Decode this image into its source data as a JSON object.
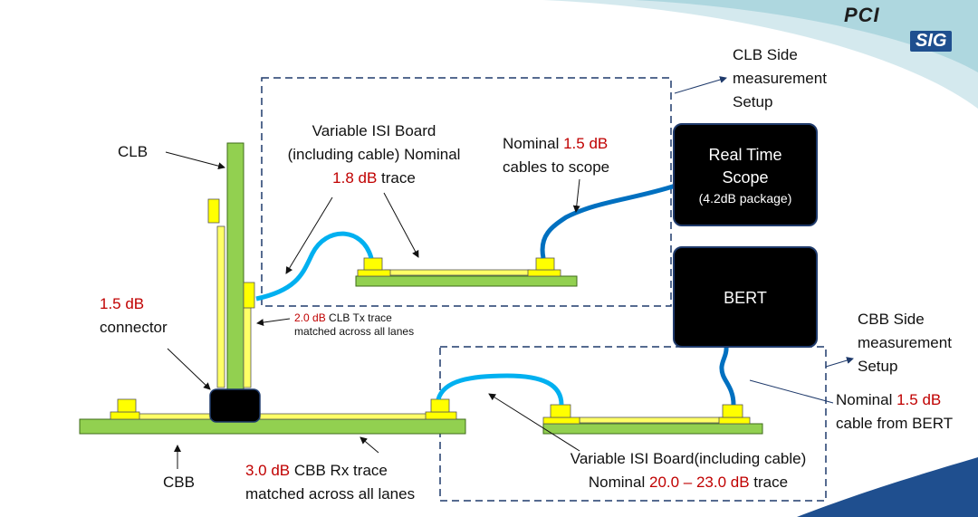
{
  "logo": {
    "top": "PCI",
    "bottom": "SIG"
  },
  "labels": {
    "clb_side": [
      "CLB Side",
      "measurement",
      "Setup"
    ],
    "cbb_side": [
      "CBB Side",
      "measurement",
      "Setup"
    ],
    "clb": "CLB",
    "cbb": "CBB",
    "connector": {
      "value": "1.5 dB",
      "text": "connector"
    },
    "isi_top": {
      "line1": "Variable ISI Board",
      "line2": "(including cable) Nominal",
      "value": "1.8 dB",
      "suffix": " trace"
    },
    "cables_scope": {
      "prefix": "Nominal ",
      "value": "1.5 dB",
      "line2": "cables to scope"
    },
    "clb_tx": {
      "value": "2.0 dB",
      "suffix": " CLB Tx trace",
      "line2": "matched across all lanes"
    },
    "cbb_rx": {
      "value": "3.0 dB",
      "suffix": " CBB Rx trace",
      "line2": "matched across all lanes"
    },
    "isi_bottom": {
      "line1": "Variable ISI Board(including cable)",
      "prefix": "Nominal ",
      "value": "20.0 – 23.0 dB",
      "suffix": " trace"
    },
    "cable_bert": {
      "prefix": "Nominal ",
      "value": "1.5 dB",
      "line2": "cable from BERT"
    }
  },
  "boxes": {
    "scope": {
      "line1": "Real Time",
      "line2": "Scope",
      "line3": "(4.2dB package)"
    },
    "bert": {
      "label": "BERT"
    }
  },
  "colors": {
    "board": "#92d050",
    "connector": "#ffff00",
    "cable": "#00b0f0",
    "cable_dark": "#0070c0",
    "highlight": "#c00000",
    "dash": "#1f3a6b"
  }
}
